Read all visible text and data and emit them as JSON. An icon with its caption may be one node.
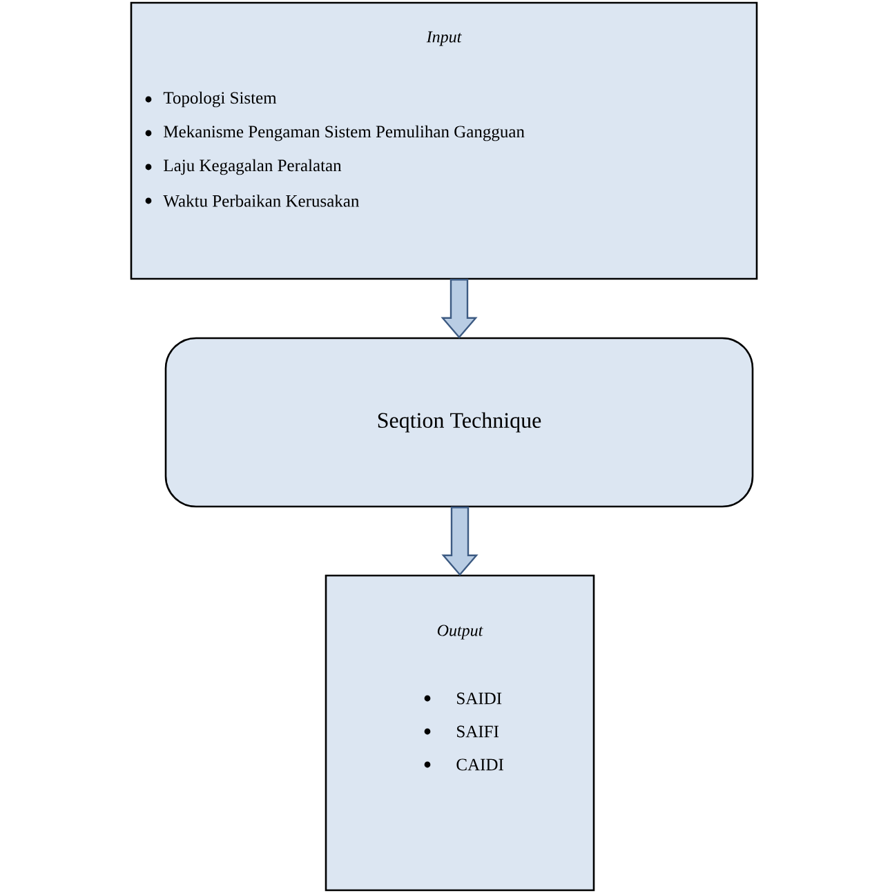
{
  "diagram": {
    "nodes": [
      {
        "text": [
          "Input",
          "Topologi Sistem",
          "Mekanisme Pengaman Sistem Pemulihan Gangguan",
          "Laju Kegagalan Peralatan",
          "Waktu Perbaikan Kerusakan"
        ]
      },
      {
        "text": [
          "Seqtion Technique"
        ]
      },
      {
        "text": [
          "Output",
          "SAIDI",
          "SAIFI",
          "CAIDI"
        ]
      }
    ],
    "edges": [
      {
        "from": 0,
        "to": 1,
        "arrow": "to"
      },
      {
        "from": 1,
        "to": 2,
        "arrow": "to"
      }
    ]
  }
}
